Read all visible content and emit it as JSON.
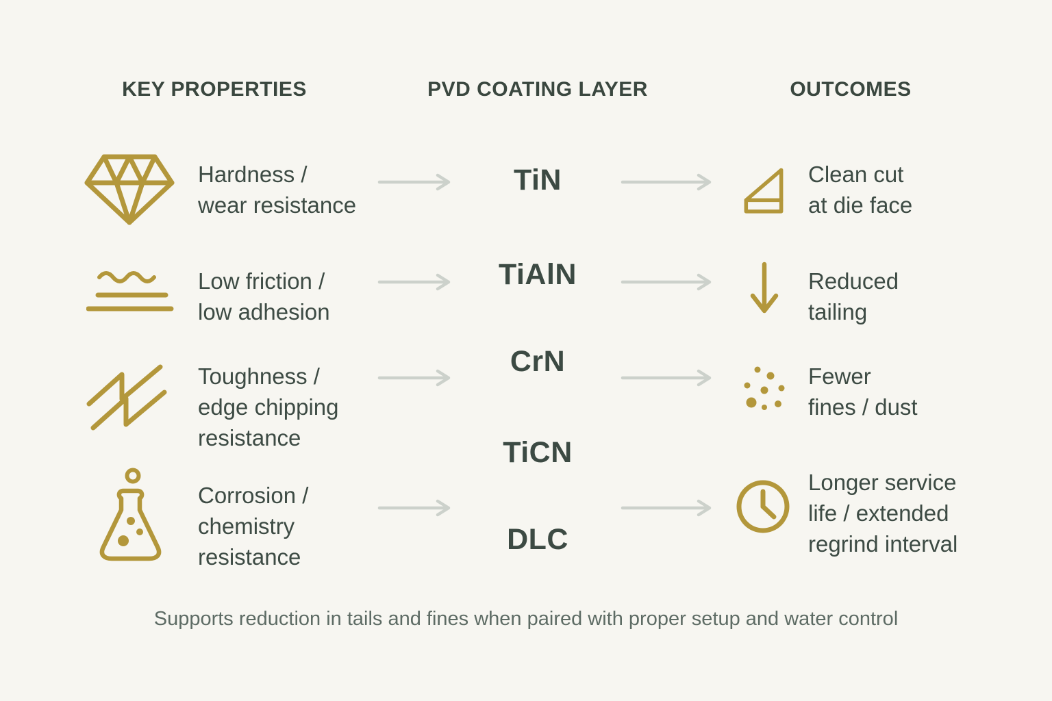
{
  "columns": {
    "properties": {
      "header": "KEY PROPERTIES",
      "items": [
        {
          "icon": "diamond-icon",
          "label": "Hardness /\nwear resistance"
        },
        {
          "icon": "waves-icon",
          "label": "Low friction /\nlow adhesion"
        },
        {
          "icon": "zigzag-icon",
          "label": "Toughness /\nedge chipping\nresistance"
        },
        {
          "icon": "flask-icon",
          "label": "Corrosion /\nchemistry\nresistance"
        }
      ]
    },
    "coatings": {
      "header": "PVD COATING LAYER",
      "items": [
        "TiN",
        "TiAlN",
        "CrN",
        "TiCN",
        "DLC"
      ]
    },
    "outcomes": {
      "header": "OUTCOMES",
      "items": [
        {
          "icon": "clean-cut-pellet-icon",
          "label": "Clean cut\nat die face"
        },
        {
          "icon": "down-arrow-icon",
          "label": "Reduced\ntailing"
        },
        {
          "icon": "dust-dots-icon",
          "label": "Fewer\nfines / dust"
        },
        {
          "icon": "clock-icon",
          "label": "Longer service\nlife / extended\nregrind interval"
        }
      ]
    }
  },
  "footer": "Supports reduction in tails and fines when paired with proper setup and water control",
  "colors": {
    "background": "#f7f6f1",
    "accent_gold": "#b3973b",
    "text_dark": "#3c4a43",
    "text_muted": "#5d6b64",
    "arrow_gray": "#ccd1cb"
  }
}
